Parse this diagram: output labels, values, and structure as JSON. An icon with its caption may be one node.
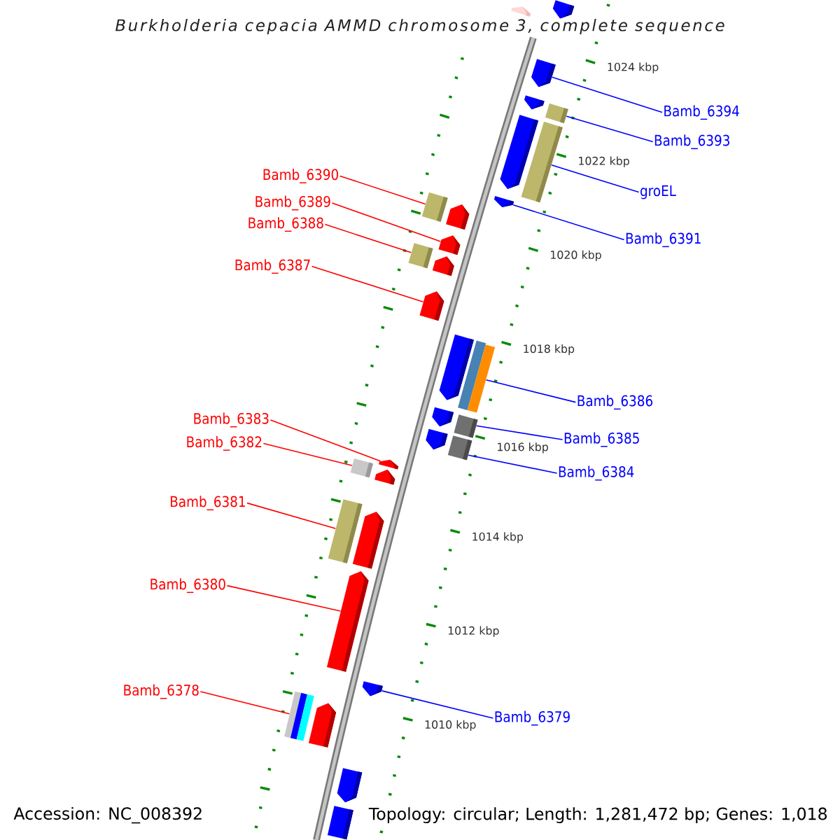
{
  "diagram": {
    "title": "Burkholderia cepacia AMMD chromosome 3, complete sequence",
    "nodes": [
      {
        "text": [
          "Bamb_6394"
        ]
      },
      {
        "text": [
          "Bamb_6393"
        ]
      },
      {
        "text": [
          "Bamb_6390"
        ]
      },
      {
        "text": [
          "groEL"
        ]
      },
      {
        "text": [
          "Bamb_6389"
        ]
      },
      {
        "text": [
          "Bamb_6388"
        ]
      },
      {
        "text": [
          "Bamb_6391"
        ]
      },
      {
        "text": [
          "Bamb_6387"
        ]
      },
      {
        "text": [
          "Bamb_6386"
        ]
      },
      {
        "text": [
          "Bamb_6383"
        ]
      },
      {
        "text": [
          "Bamb_6382"
        ]
      },
      {
        "text": [
          "Bamb_6385"
        ]
      },
      {
        "text": [
          "Bamb_6384"
        ]
      },
      {
        "text": [
          "Bamb_6381"
        ]
      },
      {
        "text": [
          "Bamb_6380"
        ]
      },
      {
        "text": [
          "Bamb_6378"
        ]
      },
      {
        "text": [
          "Bamb_6379"
        ]
      },
      {
        "text": [],
        "shape": "pentagon"
      },
      {
        "text": [],
        "shape": "pentagon"
      },
      {
        "text": [],
        "shape": "pentagon"
      },
      {
        "text": [],
        "shape": "pentagon"
      },
      {
        "text": [],
        "shape": "box"
      },
      {
        "text": [],
        "shape": "pentagon"
      },
      {
        "text": [],
        "shape": "box"
      },
      {
        "text": [],
        "shape": "pentagon"
      },
      {
        "text": [],
        "shape": "box"
      },
      {
        "text": [],
        "shape": "pentagon"
      },
      {
        "text": [],
        "shape": "pentagon"
      },
      {
        "text": [],
        "shape": "box"
      },
      {
        "text": [],
        "shape": "pentagon"
      },
      {
        "text": [],
        "shape": "pentagon"
      },
      {
        "text": [],
        "shape": "pentagon"
      },
      {
        "text": [],
        "shape": "bar"
      },
      {
        "text": [],
        "shape": "bar"
      },
      {
        "text": [],
        "shape": "pentagon"
      },
      {
        "text": [],
        "shape": "pentagon"
      },
      {
        "text": [],
        "shape": "box"
      },
      {
        "text": [],
        "shape": "box"
      },
      {
        "text": [],
        "shape": "box"
      },
      {
        "text": [],
        "shape": "pentagon"
      },
      {
        "text": [],
        "shape": "pentagon"
      },
      {
        "text": [],
        "shape": "box"
      },
      {
        "text": [],
        "shape": "pentagon"
      },
      {
        "text": [],
        "shape": "pentagon"
      },
      {
        "text": [],
        "shape": "pentagon"
      },
      {
        "text": [],
        "shape": "bar"
      },
      {
        "text": [],
        "shape": "bar"
      },
      {
        "text": [],
        "shape": "bar"
      },
      {
        "text": [],
        "shape": "pentagon"
      },
      {
        "text": [],
        "shape": "pentagon"
      },
      {
        "text": [],
        "shape": "box"
      }
    ],
    "edges": [
      {
        "from": 0,
        "to": 19,
        "arrow": "none",
        "color": "#0000ff"
      },
      {
        "from": 1,
        "to": 21,
        "arrow": "none",
        "color": "#0000ff"
      },
      {
        "from": 2,
        "to": 25,
        "arrow": "none"
      },
      {
        "from": 3,
        "to": 23,
        "arrow": "none",
        "color": "#0000ff"
      },
      {
        "from": 4,
        "to": 27,
        "arrow": "none"
      },
      {
        "from": 5,
        "to": 28,
        "arrow": "none"
      },
      {
        "from": 6,
        "to": 24,
        "arrow": "none",
        "color": "#0000ff"
      },
      {
        "from": 7,
        "to": 30,
        "arrow": "none"
      },
      {
        "from": 8,
        "to": 33,
        "arrow": "none",
        "color": "#0000ff"
      },
      {
        "from": 9,
        "to": 39,
        "arrow": "none"
      },
      {
        "from": 10,
        "to": 38,
        "arrow": "none"
      },
      {
        "from": 11,
        "to": 36,
        "arrow": "none",
        "color": "#0000ff"
      },
      {
        "from": 12,
        "to": 37,
        "arrow": "none",
        "color": "#0000ff"
      },
      {
        "from": 13,
        "to": 41,
        "arrow": "none"
      },
      {
        "from": 14,
        "to": 43,
        "arrow": "none"
      },
      {
        "from": 15,
        "to": 45,
        "arrow": "none"
      },
      {
        "from": 16,
        "to": 44,
        "arrow": "none",
        "color": "#0000ff"
      }
    ],
    "labels": [
      "1024 kbp",
      "1022 kbp",
      "1020 kbp",
      "1018 kbp",
      "1016 kbp",
      "1014 kbp",
      "1012 kbp",
      "1010 kbp",
      "Accession: NC_008392",
      "Topology: circular; Length: 1,281,472 bp; Genes: 1,018"
    ]
  }
}
